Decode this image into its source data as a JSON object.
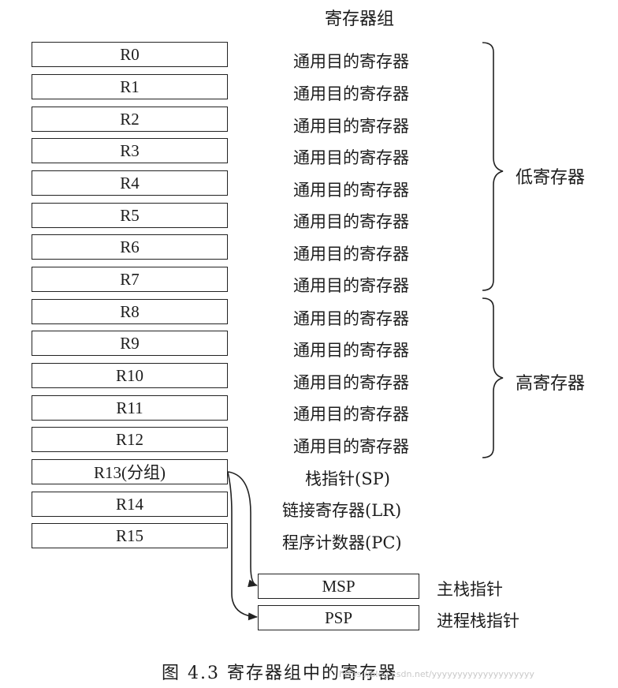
{
  "title": "寄存器组",
  "registers": [
    {
      "name": "R0",
      "desc": "通用目的寄存器"
    },
    {
      "name": "R1",
      "desc": "通用目的寄存器"
    },
    {
      "name": "R2",
      "desc": "通用目的寄存器"
    },
    {
      "name": "R3",
      "desc": "通用目的寄存器"
    },
    {
      "name": "R4",
      "desc": "通用目的寄存器"
    },
    {
      "name": "R5",
      "desc": "通用目的寄存器"
    },
    {
      "name": "R6",
      "desc": "通用目的寄存器"
    },
    {
      "name": "R7",
      "desc": "通用目的寄存器"
    },
    {
      "name": "R8",
      "desc": "通用目的寄存器"
    },
    {
      "name": "R9",
      "desc": "通用目的寄存器"
    },
    {
      "name": "R10",
      "desc": "通用目的寄存器"
    },
    {
      "name": "R11",
      "desc": "通用目的寄存器"
    },
    {
      "name": "R12",
      "desc": "通用目的寄存器"
    },
    {
      "name": "R13(分组)",
      "desc": "栈指针(SP)"
    },
    {
      "name": "R14",
      "desc": "链接寄存器(LR)"
    },
    {
      "name": "R15",
      "desc": "程序计数器(PC)"
    }
  ],
  "groups": {
    "low": "低寄存器",
    "high": "高寄存器"
  },
  "stack_pointers": [
    {
      "name": "MSP",
      "desc": "主栈指针"
    },
    {
      "name": "PSP",
      "desc": "进程栈指针"
    }
  ],
  "caption": "图 4.3  寄存器组中的寄存器",
  "watermark": "https://blog.csdn.net/yyyyyyyyyyyyyyyyyyyy"
}
